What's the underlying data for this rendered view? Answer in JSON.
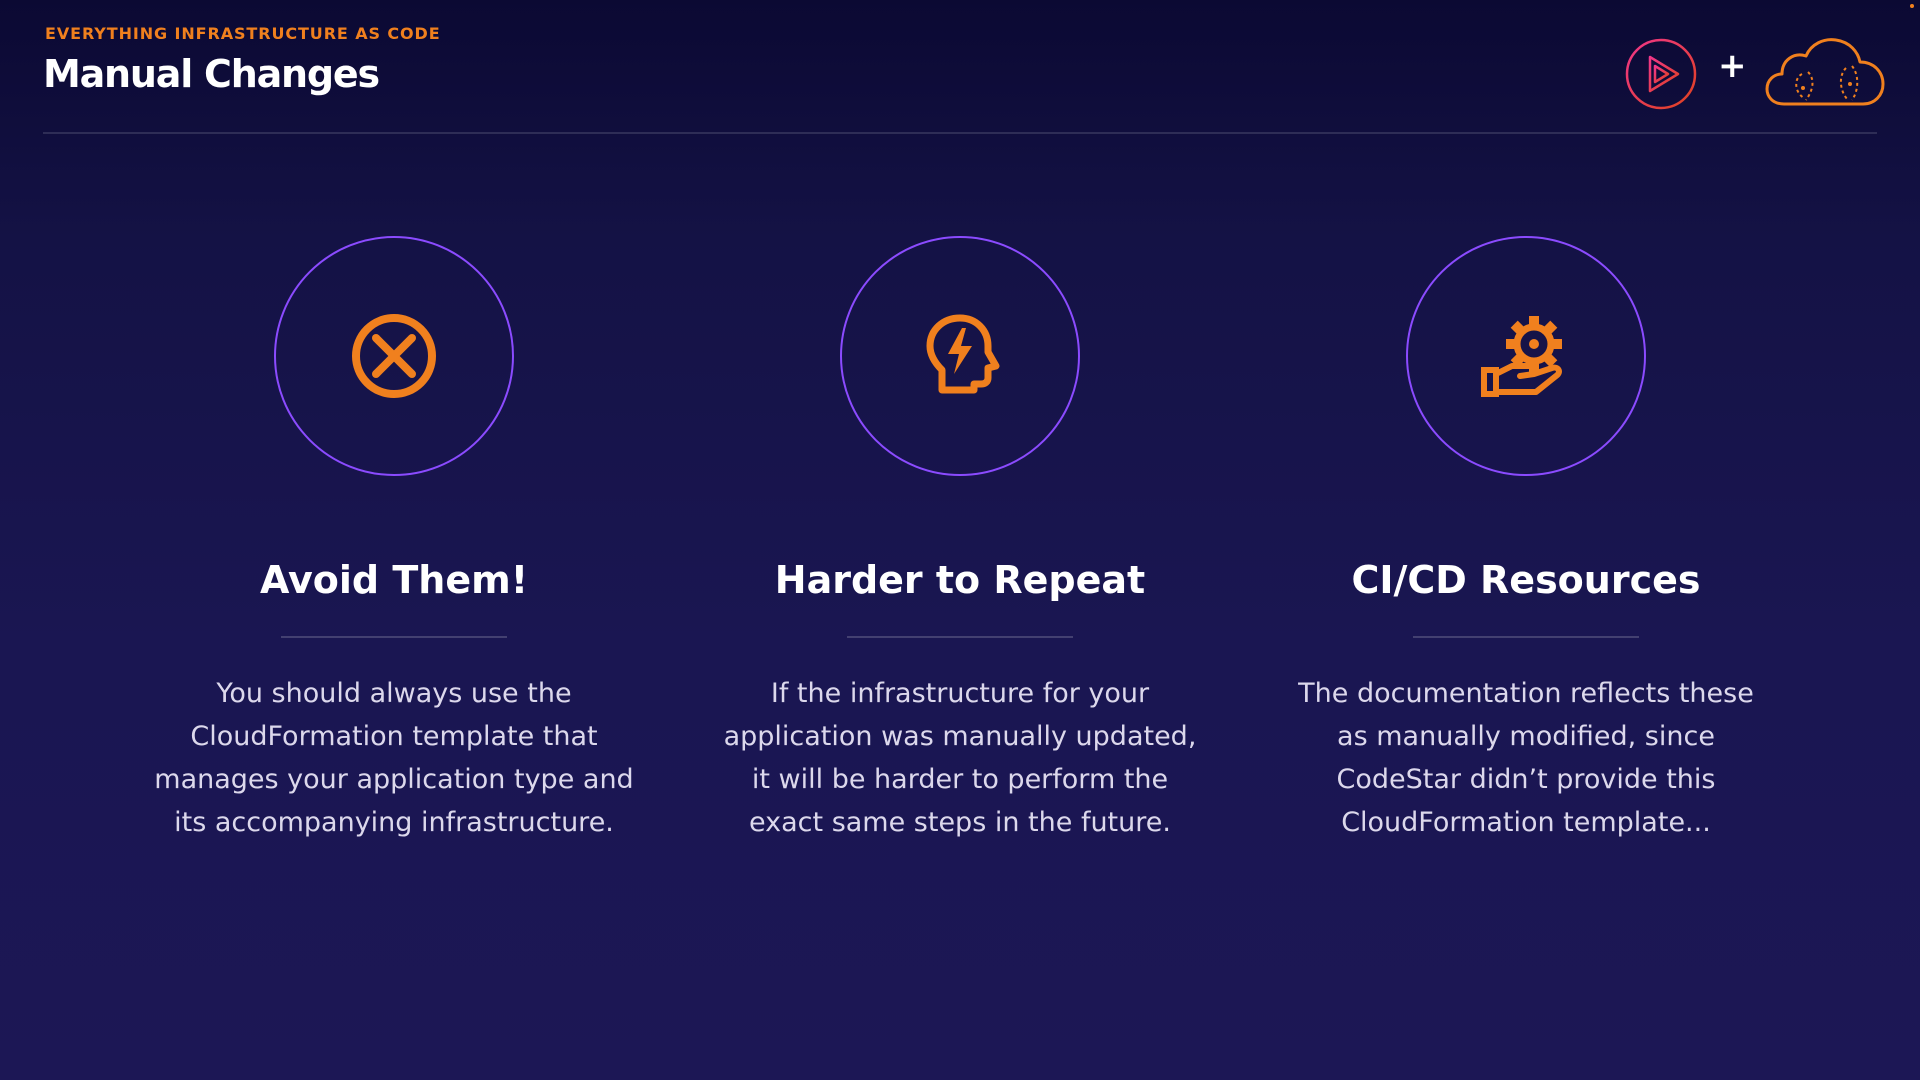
{
  "header": {
    "kicker": "EVERYTHING INFRASTRUCTURE AS CODE",
    "title": "Manual Changes",
    "plus_symbol": "+",
    "logos": [
      "play-logo-icon",
      "cloud-logo-icon"
    ]
  },
  "colors": {
    "accent_orange": "#f0801e",
    "ring_purple": "#8b4bff",
    "logo_pink": "#e3245a",
    "background": "#1a1652"
  },
  "columns": [
    {
      "icon": "x-circle-icon",
      "title": "Avoid Them!",
      "body": [
        "You should always use the",
        "CloudFormation template that",
        "manages your application type and",
        "its accompanying infrastructure."
      ]
    },
    {
      "icon": "head-lightning-icon",
      "title": "Harder to Repeat",
      "body": [
        "If the infrastructure for your",
        "application was manually updated,",
        "it will be harder to perform the",
        "exact same steps in the future."
      ]
    },
    {
      "icon": "hand-gear-icon",
      "title": "CI/CD Resources",
      "body": [
        "The documentation reflects these",
        "as manually modified, since",
        "CodeStar didn’t provide this",
        "CloudFormation template..."
      ]
    }
  ]
}
